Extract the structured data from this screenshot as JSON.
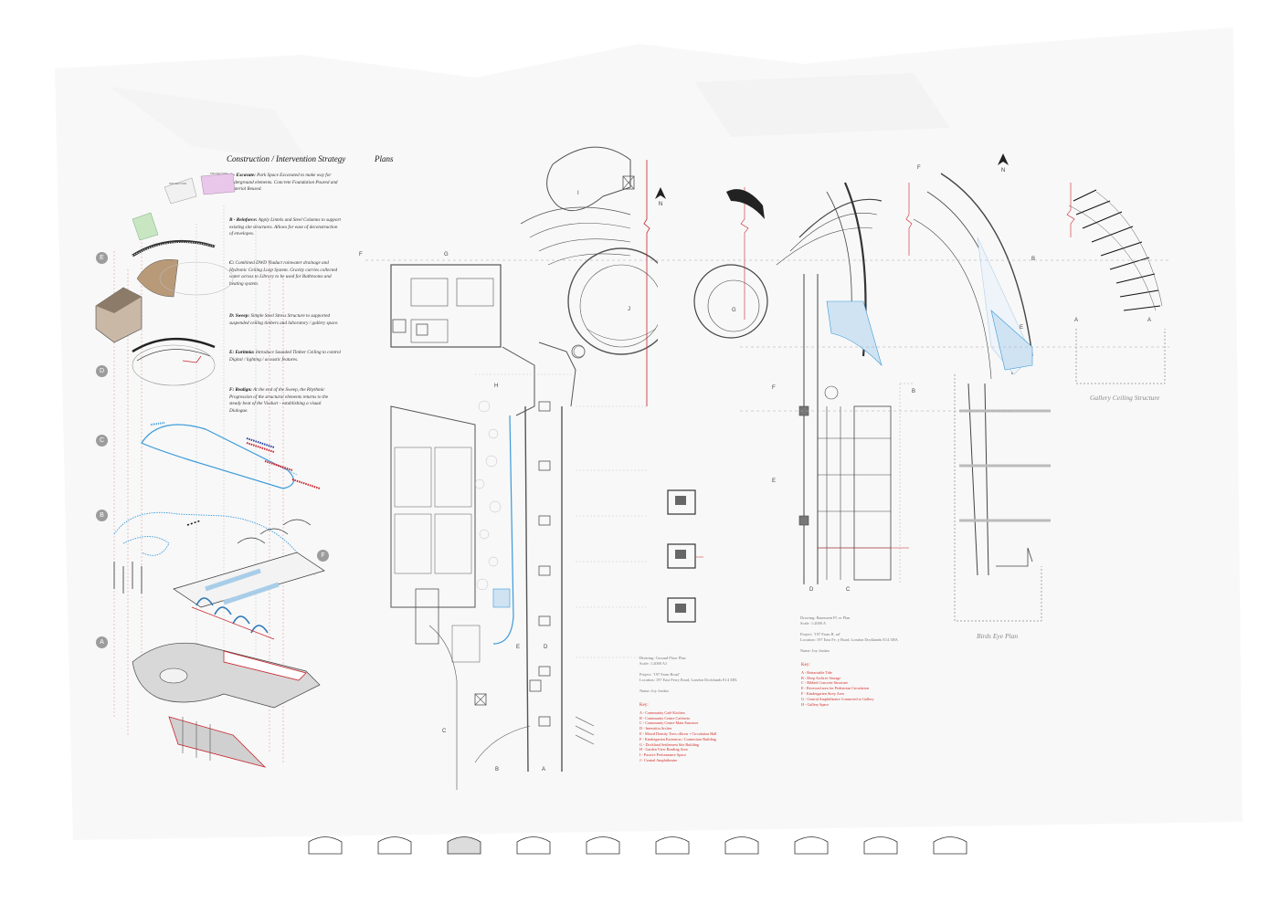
{
  "headings": {
    "strategy": "Construction / Intervention Strategy",
    "plans": "Plans"
  },
  "strategy": [
    {
      "lead": "A - Excavate:",
      "text": " Park Space Excavated to make way for underground elements. Concrete Foundation Poured and Material Reused."
    },
    {
      "lead": "B - Reinforce:",
      "text": " Apply Lintels and Steel Columns to support existing site structures. Allows for ease of deconstruction of envelopes."
    },
    {
      "lead": "C:",
      "text": " Combined DWD Viaduct rainwater drainage and Hydronic Ceiling Loop System. Gravity carries collected water across to Library to be used for Bathrooms and heating system."
    },
    {
      "lead": "D: Sweep:",
      "text": " Simple Steel Stress Structure to supported suspended ceiling timbers and laboratory / gallery space."
    },
    {
      "lead": "E: Euritmia:",
      "text": " Introduce Sounded Timber Ceiling to control Digital / lighting / acoustic features."
    },
    {
      "lead": "F: Realign:",
      "text": " At the end of the Sweep, the Rhythmic Progression of the structural elements returns to the steady beat of the Viaduct - establishing a visual Dialogue."
    }
  ],
  "diagram_letters": [
    "E",
    "D",
    "C",
    "B",
    "F",
    "A"
  ],
  "ground_plan": {
    "info": [
      "Drawing: Ground Floor Plan",
      "Scale:        1:2000 A1",
      "Project:    '197 Farm Road'",
      "Location: 197 East Ferry Road, London Docklands E14 3HL",
      "Name:        Joy Jordan"
    ],
    "key_title": "Key:",
    "key": [
      "A - Community Café Kitchen",
      "B - Community Centre Cafeteria",
      "C - Community Centre Main Entrance",
      "D - Interstitia Arches",
      "E - Mixed Density Tiers ollicen + Circulation Hall",
      "F - Kindergarten Extension / Connection Building",
      "G - Dockland Settlement Site Building",
      "H - Garden View Reading Area",
      "I - Passive Performance Space",
      "J - Central Amphitheatre"
    ]
  },
  "basement_plan": {
    "info": [
      "Drawing: Basement Fl. er Plan",
      "Scale:        1:2000 A",
      "Project:    '197 Farm R. ad'",
      "Location: 197 East Fe. y Road, London Docklands E14 3HA",
      "Name:        Joy Jordan"
    ],
    "key_title": "Key:",
    "key": [
      "A - Retractable Tide",
      "B - Deep Archive Storage",
      "C - Ribbed Concrete Structure",
      "E - Recessed area for Pedestrian Circulation",
      "F - Kindergarten Story Area",
      "G - Central Amphitheatre Connected to Gallery",
      "H - Gallery Space"
    ]
  },
  "captions": {
    "birds_eye": "Birds Eye Plan",
    "gallery_ceiling": "Gallery Ceiling Structure"
  },
  "north": "N",
  "plan_labels": {
    "ground": [
      "F",
      "G",
      "H",
      "E",
      "D",
      "C",
      "B",
      "A",
      "I",
      "J"
    ],
    "basement": [
      "F",
      "E",
      "D",
      "C",
      "B",
      "G"
    ],
    "birds": [
      "F",
      "B",
      "E"
    ],
    "gallery": [
      "A",
      "A"
    ]
  },
  "colors": {
    "key_red": "#d0302a",
    "water_blue": "#3a9ad9",
    "pipe_red": "#c8242c",
    "tint_blue": "#cfe3f3",
    "green": "#c8e6c2",
    "pink": "#e8c7ea",
    "grey_fill": "#dcdcdc"
  }
}
